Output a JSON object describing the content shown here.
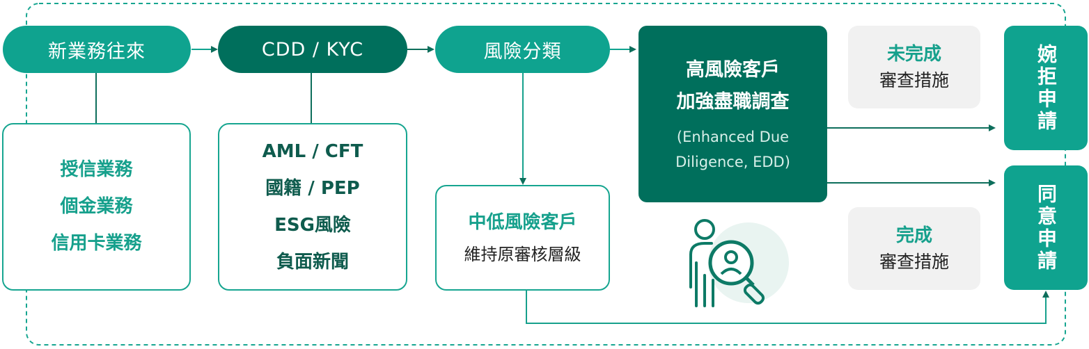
{
  "colors": {
    "teal": "#0fa38f",
    "dark_green": "#006f5c",
    "grey_box": "#f1f1f1",
    "dashed_border": "#16a590"
  },
  "flow": {
    "step1": "新業務往來",
    "step2": "CDD / KYC",
    "step3": "風險分類"
  },
  "business_types": [
    "授信業務",
    "個金業務",
    "信用卡業務"
  ],
  "review_items": [
    "AML / CFT",
    "國籍 / PEP",
    "ESG風險",
    "負面新聞"
  ],
  "low_risk": {
    "title": "中低風險客戶",
    "subtitle": "維持原審核層級"
  },
  "high_risk": {
    "line1": "高風險客戶",
    "line2": "加強盡職調查",
    "en1": "(Enhanced Due",
    "en2": "Diligence, EDD)"
  },
  "incomplete": {
    "title": "未完成",
    "subtitle": "審查措施"
  },
  "complete": {
    "title": "完成",
    "subtitle": "審查措施"
  },
  "reject": "婉拒申請",
  "approve": "同意申請",
  "icons": {
    "person_search": "person-search-icon"
  }
}
